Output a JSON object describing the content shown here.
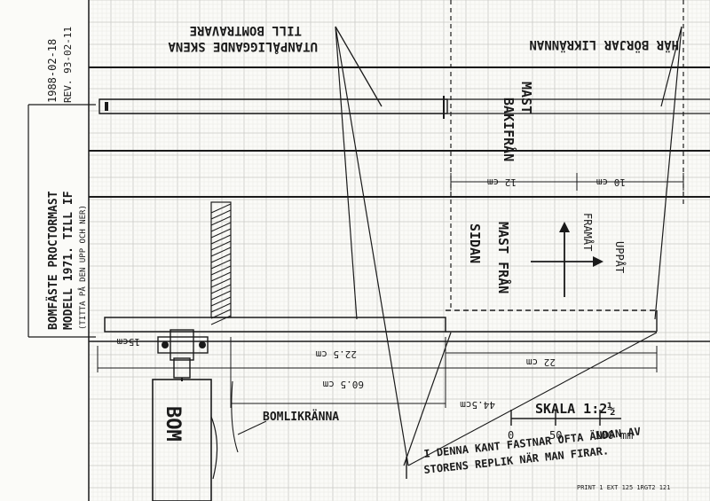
{
  "sheet": {
    "date": "1988-02-18",
    "revision": "REV. 93-02-11",
    "title_line1": "BOMFÄSTE PROCTORMAST",
    "title_line2": "MODELL 1971. TILL IF",
    "title_line3": "(TITTA PÅ DEN UPP OCH NER)"
  },
  "labels": {
    "outgoing_rail_1": "UTANPÅLIGGANDE SKENA",
    "outgoing_rail_2": "TILL BOMTRAVARE",
    "rectifier_start": "HÄR BÖRJAR LIKRÄNNAN",
    "mast_back_1": "MAST",
    "mast_back_2": "BAKIFRÅN",
    "mast_side_1": "MAST FRÅN",
    "mast_side_2": "SIDAN",
    "forward": "FRAMÅT",
    "upward": "UPPÅT",
    "boom": "BOM",
    "boom_groove": "BOMLIKRÄNNA",
    "note_line1": "I DENNA KANT FASTNAR OFTA ÄNDAN AV",
    "note_line2": "STORENS REPLIK NÄR MAN FIRAR."
  },
  "dimensions": {
    "d12": "12 cm",
    "d10": "10 cm",
    "d15": "15cm",
    "d225": "22.5 cm",
    "d22": "22 cm",
    "d605": "60.5 cm",
    "d445": "44.5cm"
  },
  "scale": {
    "title": "SKALA 1:2½",
    "tick0": "0",
    "tick50": "50",
    "tick100": "100 mm"
  },
  "footer_code": "PRINT 1 EXT 125 1RGT2 121"
}
